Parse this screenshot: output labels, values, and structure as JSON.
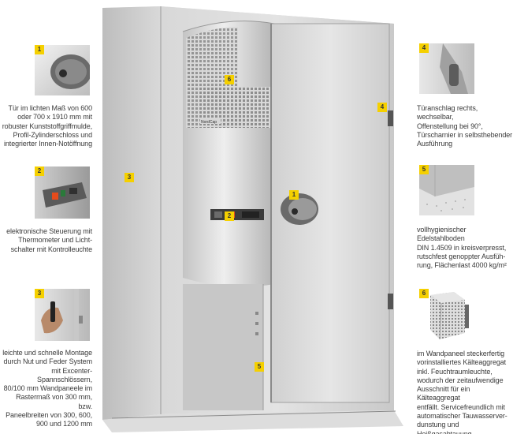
{
  "badges": {
    "b1": "1",
    "b2": "2",
    "b3": "3",
    "b4": "4",
    "b5": "5",
    "b6": "6"
  },
  "left_captions": {
    "c1": [
      "Tür im lichten Maß von 600",
      "oder 700 x 1910 mm mit",
      "robuster Kunststoffgriffmulde,",
      "Profil-Zylinderschloss und",
      "integrierter Innen-Notöffnung"
    ],
    "c2": [
      "elektronische Steuerung mit",
      "Thermometer und Licht-",
      "schalter mit Kontrolleuchte"
    ],
    "c3": [
      "leichte und schnelle Montage",
      "durch Nut und Feder System",
      "mit Excenter-Spannschlössern,",
      "80/100 mm Wandpaneele im",
      "Rastermaß von 300 mm, bzw.",
      "Paneelbreiten von 300, 600,",
      "900 und 1200 mm"
    ]
  },
  "right_captions": {
    "c4": [
      "Türanschlag rechts, wechselbar,",
      "Offenstellung bei 90°,",
      "Türscharnier in selbsthebender",
      "Ausführung"
    ],
    "c5": [
      "vollhygienischer Edelstahlboden",
      "DIN 1.4509 in kreisverpresst,",
      "rutschfest genoppter Ausfüh-",
      "rung, Flächenlast 4000 kg/m²"
    ],
    "c6": [
      "im Wandpaneel steckerfertig",
      "vorinstalliertes Kälteaggregat",
      "inkl. Feuchtraumleuchte,",
      "wodurch der zeitaufwendige",
      "Ausschnitt für ein Kälteaggregat",
      "entfällt. Servicefreundlich mit",
      "automatischer Tauwasserver-",
      "dunstung und Heißgasabtauung."
    ]
  },
  "brand_label": "NordCap",
  "colors": {
    "badge": "#f5d000",
    "steel_light": "#d8d8d8",
    "steel_dark": "#a8a8a8"
  }
}
